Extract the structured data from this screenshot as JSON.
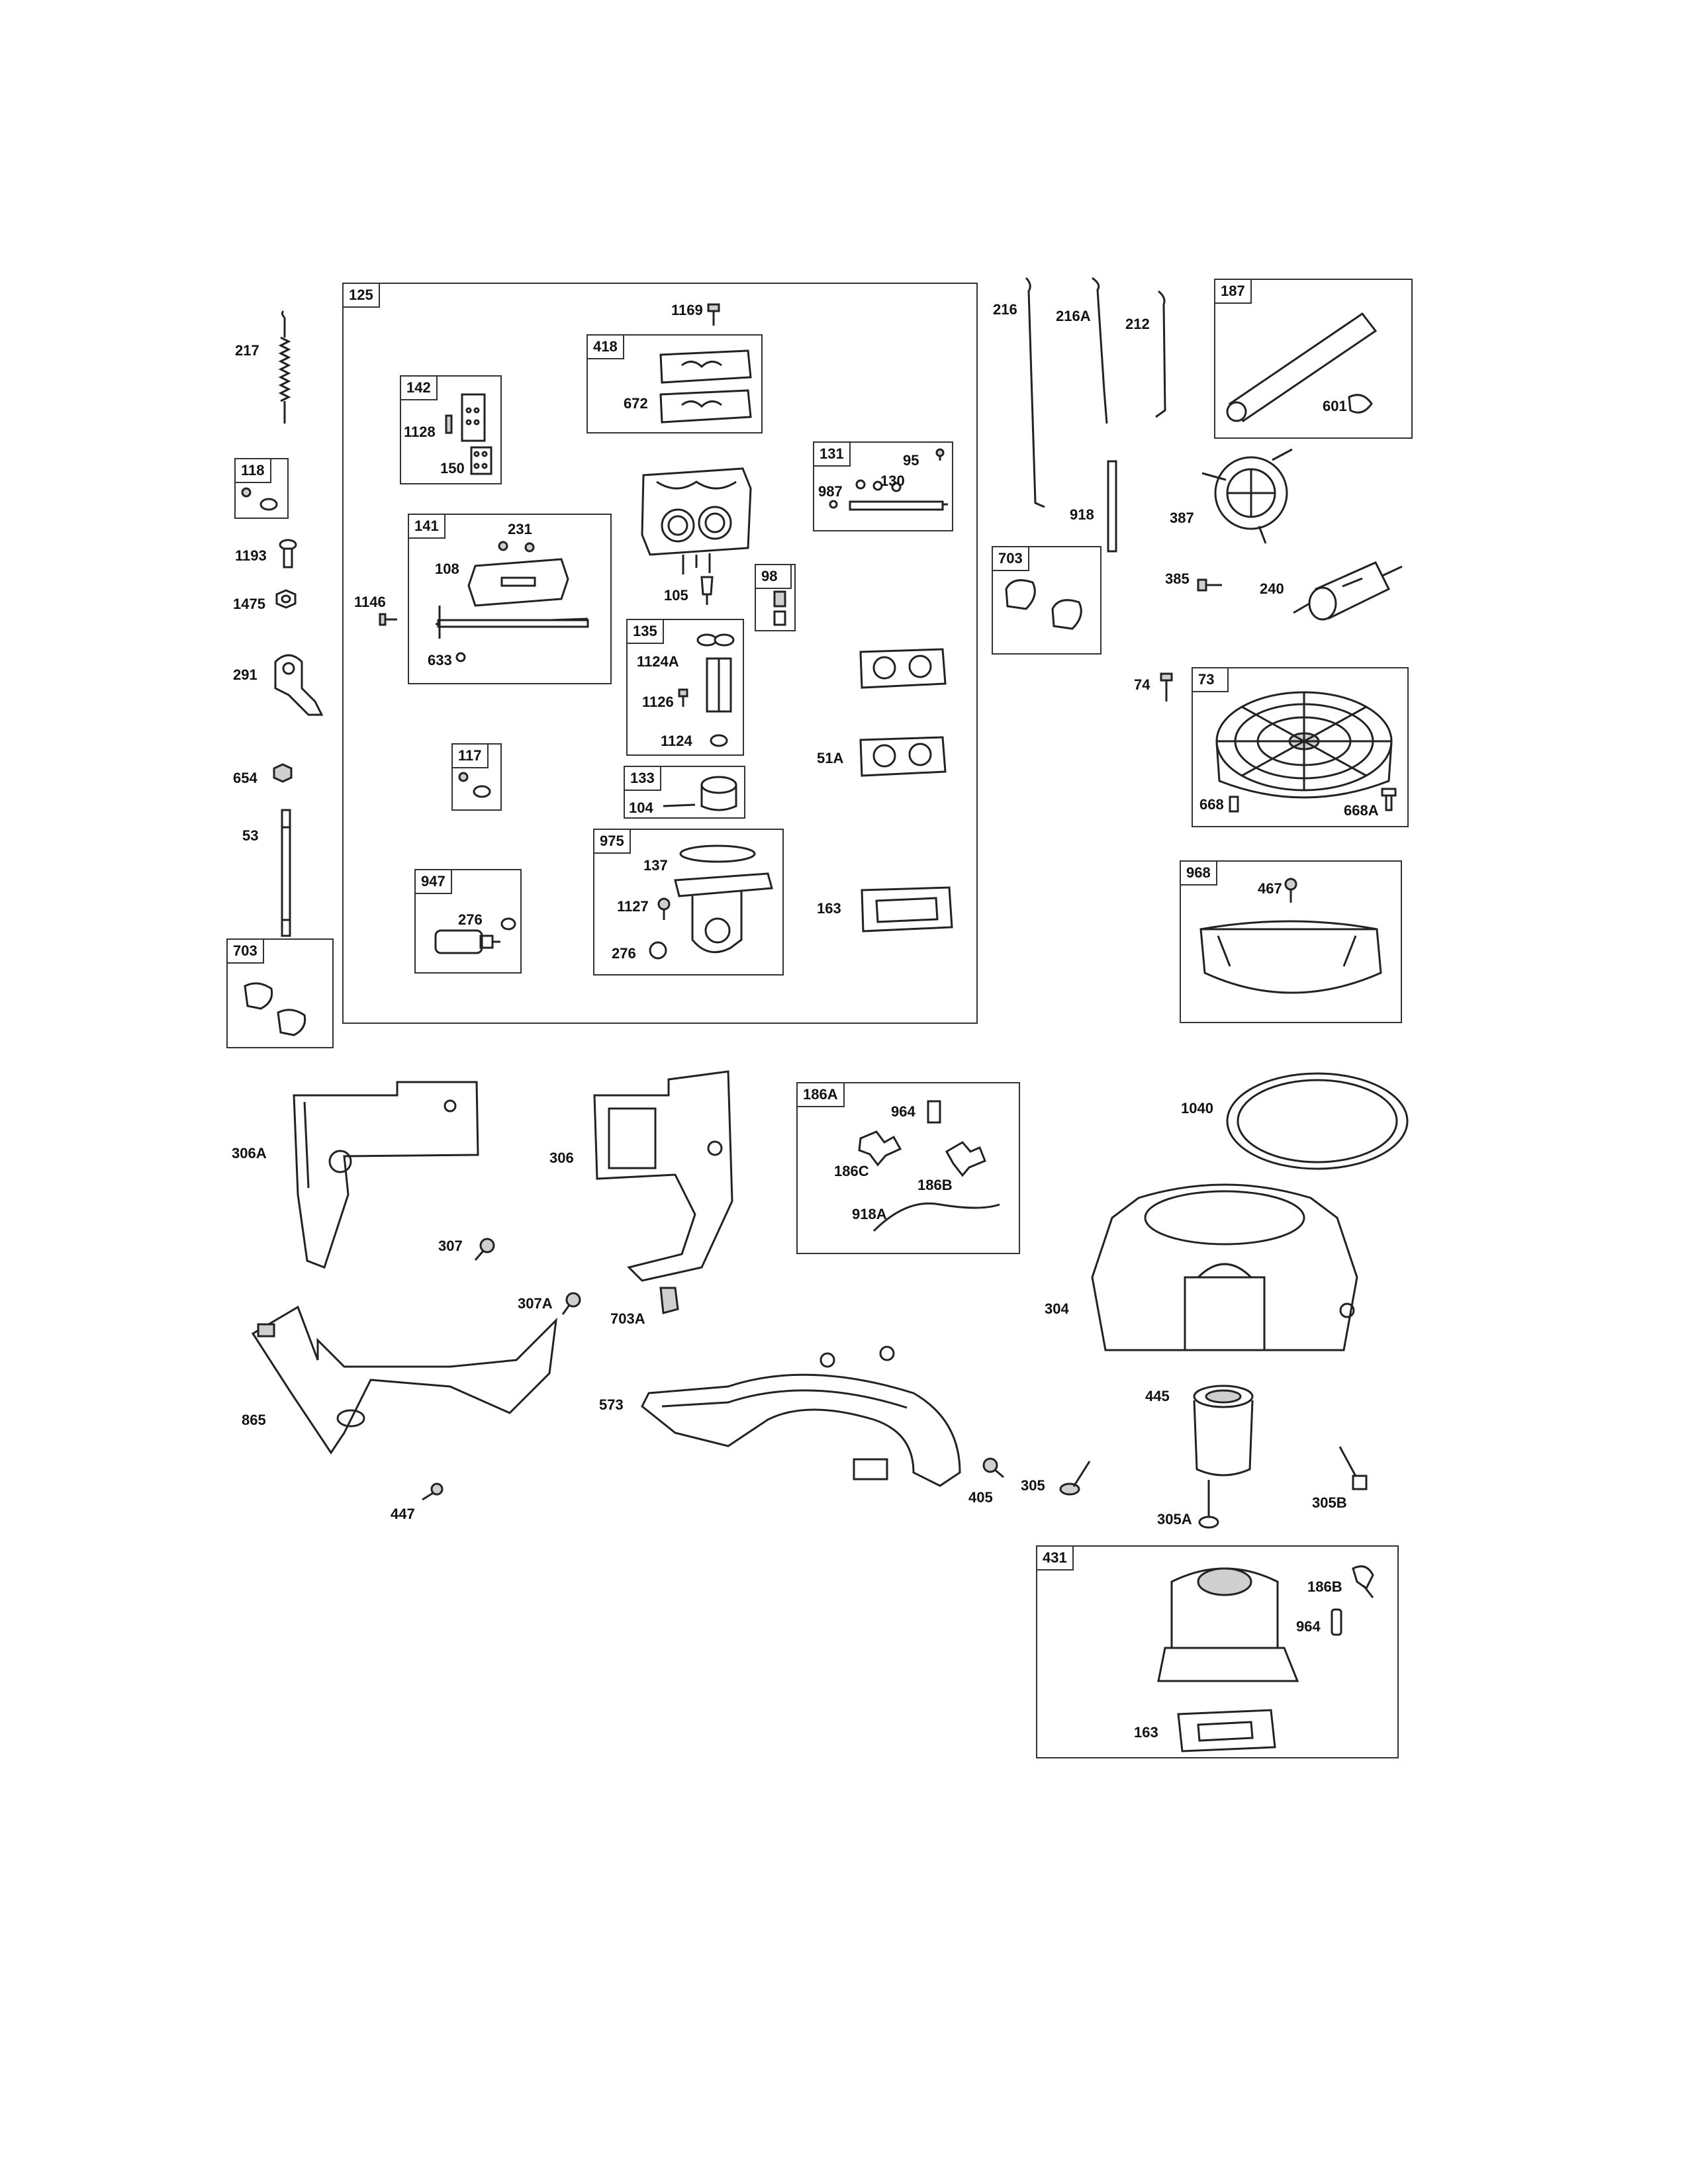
{
  "groups": {
    "g125": "125",
    "g142": "142",
    "g418": "418",
    "g131": "131",
    "g118": "118",
    "g141": "141",
    "g98": "98",
    "g135": "135",
    "g703a": "703",
    "g73": "73",
    "g117": "117",
    "g133": "133",
    "g947": "947",
    "g975": "975",
    "g968": "968",
    "g703b": "703",
    "g187": "187",
    "g186a": "186A",
    "g431": "431"
  },
  "callouts": {
    "c217": "217",
    "c1169": "1169",
    "c672": "672",
    "c1128": "1128",
    "c150": "150",
    "c95": "95",
    "c987": "987",
    "c130": "130",
    "c231": "231",
    "c108": "108",
    "c1193": "1193",
    "c1475": "1475",
    "c1146": "1146",
    "c105": "105",
    "c633": "633",
    "c291": "291",
    "c1124A": "1124A",
    "c1126": "1126",
    "c1124": "1124",
    "c654": "654",
    "c51A": "51A",
    "c104": "104",
    "c53": "53",
    "c276a": "276",
    "c137": "137",
    "c1127": "1127",
    "c276b": "276",
    "c163a": "163",
    "c216": "216",
    "c216A": "216A",
    "c212": "212",
    "c918": "918",
    "c601": "601",
    "c387": "387",
    "c385": "385",
    "c240": "240",
    "c74": "74",
    "c668": "668",
    "c668A": "668A",
    "c467": "467",
    "c306A": "306A",
    "c306": "306",
    "c964a": "964",
    "c186C": "186C",
    "c186B": "186B",
    "c918A": "918A",
    "c1040": "1040",
    "c307": "307",
    "c307A": "307A",
    "c703A": "703A",
    "c304": "304",
    "c865": "865",
    "c573": "573",
    "c445": "445",
    "c405": "405",
    "c305": "305",
    "c305A": "305A",
    "c305B": "305B",
    "c447": "447",
    "c186B2": "186B",
    "c964b": "964",
    "c163b": "163"
  }
}
